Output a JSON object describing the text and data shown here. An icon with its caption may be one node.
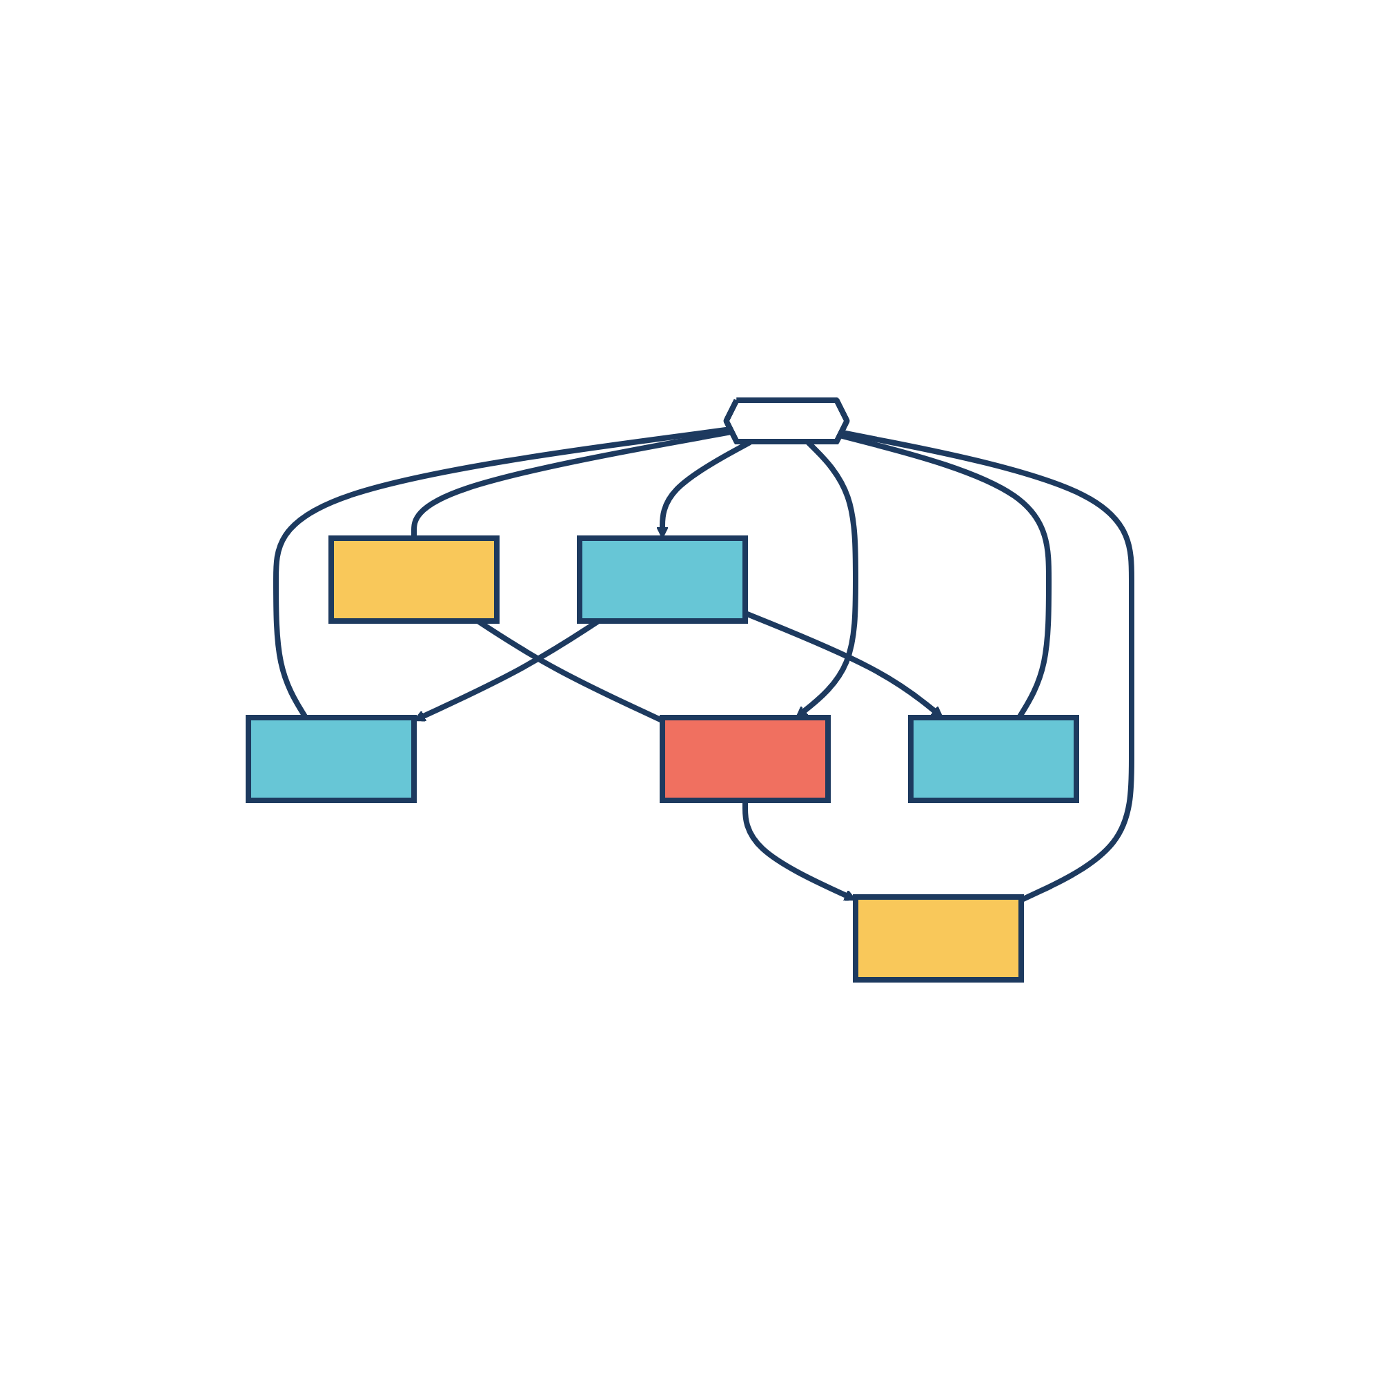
{
  "diagram": {
    "nodes": [
      {
        "text": [],
        "shape": "box"
      },
      {
        "text": [],
        "shape": "box"
      },
      {
        "text": [],
        "shape": "box"
      },
      {
        "text": [],
        "shape": "cube"
      },
      {
        "text": [],
        "shape": "box"
      },
      {
        "text": [],
        "shape": "box"
      },
      {
        "text": [],
        "shape": "box"
      }
    ],
    "edges": [
      {
        "from": 3,
        "to": 0,
        "arrow": "none"
      },
      {
        "from": 3,
        "to": 1,
        "arrow": "none"
      },
      {
        "from": 0,
        "to": 2,
        "arrow": "none"
      },
      {
        "from": 3,
        "to": 2,
        "arrow": "to"
      },
      {
        "from": 3,
        "to": 4,
        "arrow": "to"
      },
      {
        "from": 4,
        "to": 1,
        "arrow": "to"
      },
      {
        "from": 2,
        "to": 5,
        "arrow": "to"
      },
      {
        "from": 4,
        "to": 6,
        "arrow": "to"
      },
      {
        "from": 3,
        "to": 5,
        "arrow": "none"
      },
      {
        "from": 3,
        "to": 6,
        "arrow": "none"
      }
    ]
  }
}
